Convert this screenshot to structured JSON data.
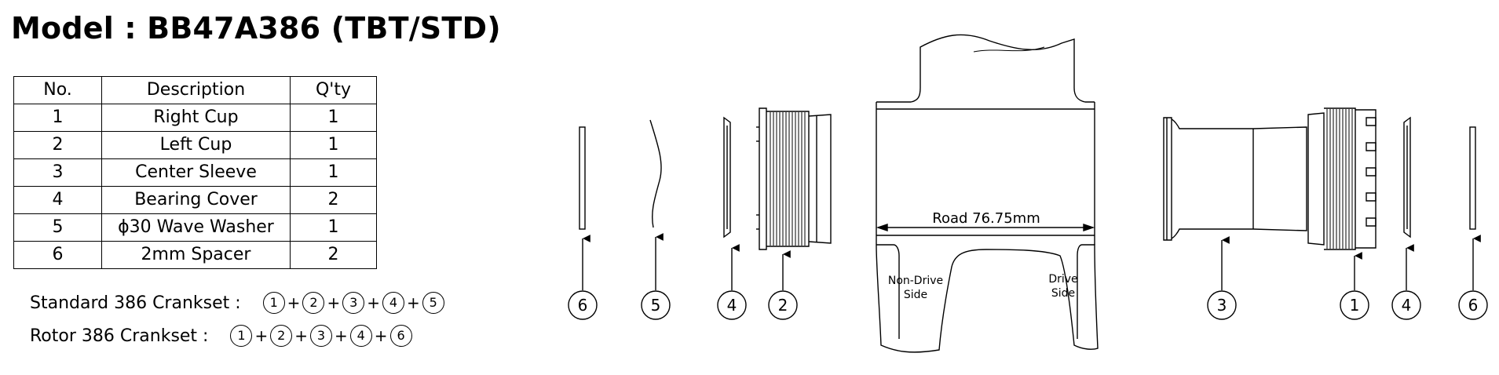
{
  "title": "Model : BB47A386 (TBT/STD)",
  "table": {
    "headers": [
      "No.",
      "Description",
      "Q'ty"
    ],
    "rows": [
      [
        "1",
        "Right Cup",
        "1"
      ],
      [
        "2",
        "Left Cup",
        "1"
      ],
      [
        "3",
        "Center Sleeve",
        "1"
      ],
      [
        "4",
        "Bearing Cover",
        "2"
      ],
      [
        "5",
        "ϕ30 Wave Washer",
        "1"
      ],
      [
        "6",
        "2mm Spacer",
        "2"
      ]
    ]
  },
  "combos": [
    {
      "label": "Standard 386 Crankset :",
      "parts": [
        "1",
        "2",
        "3",
        "4",
        "5"
      ]
    },
    {
      "label": "Rotor 386 Crankset :",
      "parts": [
        "1",
        "2",
        "3",
        "4",
        "6"
      ]
    }
  ],
  "plus_sign": "+",
  "diagram": {
    "callouts": [
      "6",
      "5",
      "4",
      "2",
      "3",
      "1",
      "4",
      "6"
    ],
    "dimension_label": "Road 76.75mm",
    "non_drive_side": [
      "Non-Drive",
      "Side"
    ],
    "drive_side": [
      "Drive",
      "Side"
    ]
  }
}
